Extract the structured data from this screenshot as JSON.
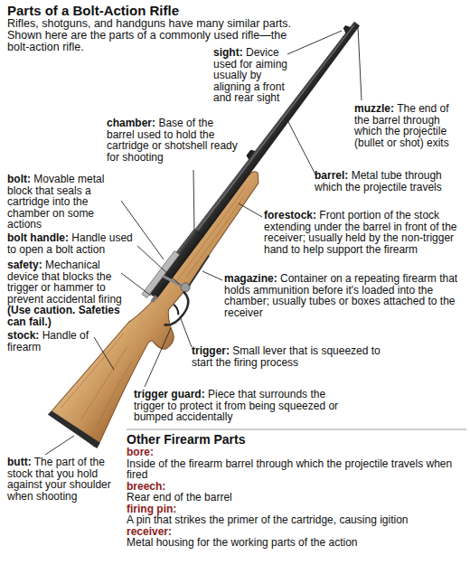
{
  "diagram": {
    "title": "Parts of a Bolt-Action Rifle",
    "labels": [
      "Rifles, shotguns, and handguns have many similar parts. Shown here are the parts of a commonly used rifle—the bolt-action rifle.",
      "sight:",
      "Device used for aiming usually by aligning a front and rear sight",
      "chamber:",
      "Base of the barrel used to hold the cartridge or shotshell ready for shooting",
      "muzzle:",
      "The end of the barrel through which the projectile (bullet or shot) exits",
      "bolt:",
      "Movable metal block that seals a cartridge into the chamber on some actions",
      "barrel:",
      "Metal tube through which the projectile travels",
      "bolt handle:",
      "Handle used to open a bolt action",
      "forestock:",
      "Front portion of the stock extending under the barrel in front of the receiver; usually held by the non-trigger hand to help support the firearm",
      "safety:",
      "Mechanical device that blocks the trigger or hammer to prevent accidental firing",
      "(Use caution. Safeties can fail.)",
      "magazine:",
      "Container on a repeating firearm that holds ammunition before it's loaded into the chamber; usually tubes or boxes attached to the receiver",
      "stock:",
      "Handle of firearm",
      "trigger:",
      "Small lever that is squeezed to start the firing process",
      "trigger guard:",
      "Piece that surrounds the trigger to protect it from being squeezed or bumped accidentally",
      "butt:",
      "The part of the stock that you hold against your shoulder when shooting",
      "Other Firearm Parts",
      "bore:",
      "Inside of the firearm barrel through which the projectile travels when fired",
      "breech:",
      "Rear end of the barrel",
      "firing pin:",
      "A pin that strikes the primer of the cartridge, causing igition",
      "receiver:",
      "Metal housing for the working parts of the action"
    ]
  }
}
